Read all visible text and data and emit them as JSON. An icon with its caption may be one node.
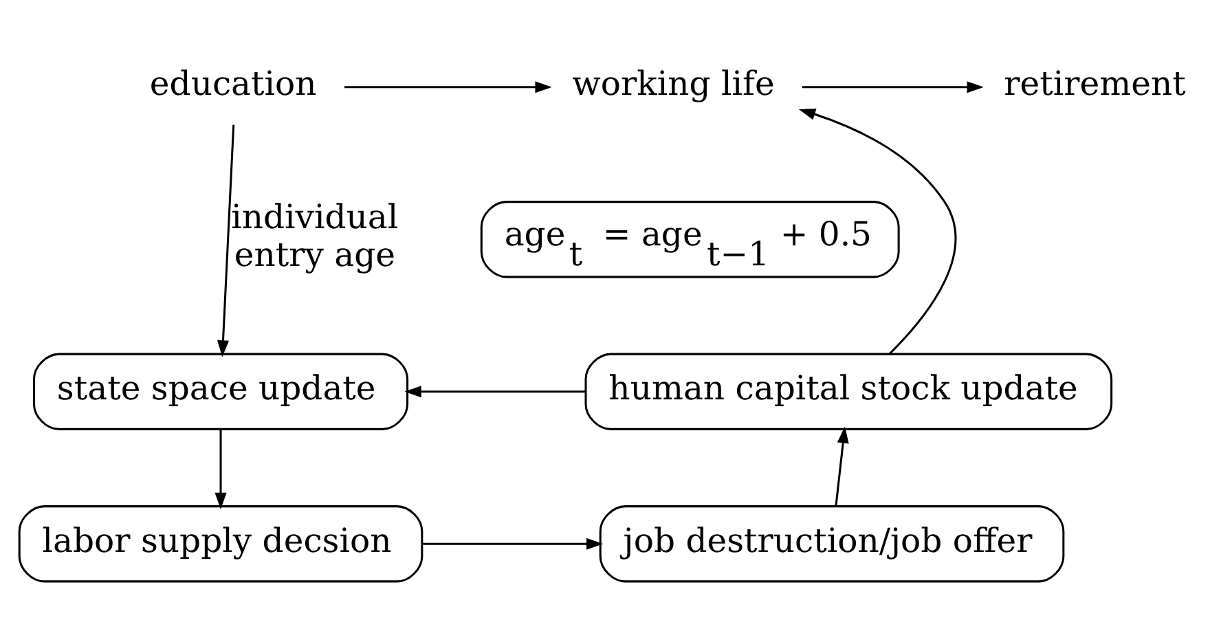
{
  "diagram": {
    "nodes": [
      {
        "text": [
          "education"
        ]
      },
      {
        "text": [
          "working life"
        ]
      },
      {
        "text": [
          "retirement"
        ]
      },
      {
        "text": [
          "age$_{t}$ = age$_{t−1}$ + 0.5"
        ]
      },
      {
        "text": [
          "state space update"
        ]
      },
      {
        "text": [
          "human capital stock update"
        ]
      },
      {
        "text": [
          "labor supply decsion"
        ]
      },
      {
        "text": [
          "job destruction/job offer"
        ]
      }
    ],
    "edges": [
      {
        "from": 0,
        "to": 1,
        "arrow": "to"
      },
      {
        "from": 1,
        "to": 2,
        "arrow": "to"
      },
      {
        "from": 0,
        "to": 4,
        "arrow": "to",
        "label": "individual entry age"
      },
      {
        "from": 5,
        "to": 1,
        "arrow": "to"
      },
      {
        "from": 5,
        "to": 4,
        "arrow": "to"
      },
      {
        "from": 4,
        "to": 6,
        "arrow": "to"
      },
      {
        "from": 6,
        "to": 7,
        "arrow": "to"
      },
      {
        "from": 7,
        "to": 5,
        "arrow": "to"
      }
    ]
  }
}
